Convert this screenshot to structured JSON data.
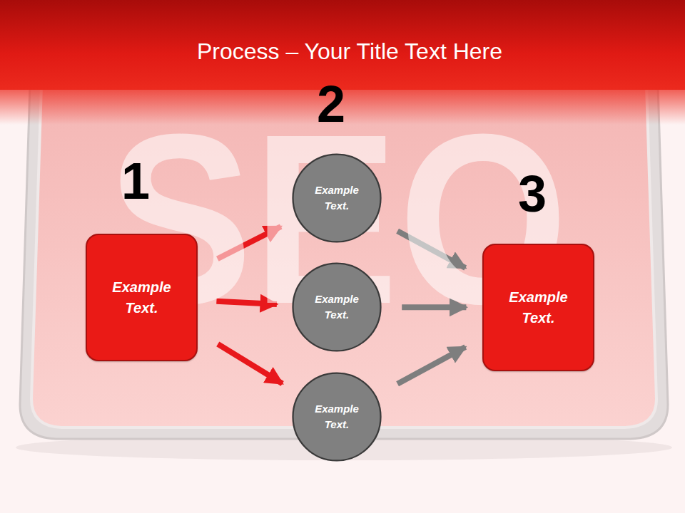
{
  "diagram": {
    "title": "Process – Your Title Text Here",
    "nodes": [
      {
        "text": [
          "Example Text."
        ]
      },
      {
        "text": [
          "Example Text."
        ]
      },
      {
        "text": [
          "Example Text."
        ]
      },
      {
        "text": [
          "Example Text."
        ]
      },
      {
        "text": [
          "Example Text."
        ]
      }
    ],
    "edges": [
      {
        "from": 0,
        "to": 1,
        "arrow": "to"
      },
      {
        "from": 0,
        "to": 2,
        "arrow": "to"
      },
      {
        "from": 0,
        "to": 3,
        "arrow": "to"
      },
      {
        "from": 1,
        "to": 4,
        "arrow": "to"
      },
      {
        "from": 2,
        "to": 4,
        "arrow": "to"
      },
      {
        "from": 3,
        "to": 4,
        "arrow": "to"
      }
    ],
    "labels": [
      "SEO",
      "1",
      "2",
      "3"
    ]
  }
}
